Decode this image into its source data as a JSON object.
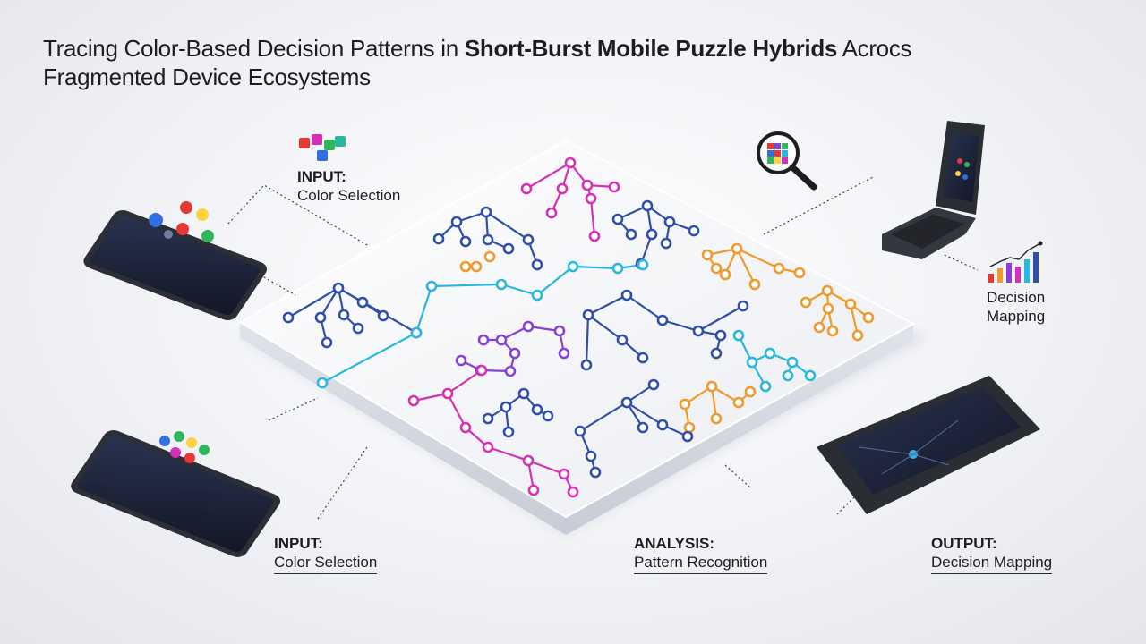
{
  "title": {
    "part1": "Tracing Color-Based Decision Patterns in ",
    "bold": "Short-Burst Mobile Puzzle Hybrids",
    "part2": " Acrocs",
    "line2": "Fragmented Device Ecosystems"
  },
  "labels": {
    "input_top": {
      "head": "INPUT:",
      "sub": "Color Selection"
    },
    "input_bottom": {
      "head": "INPUT:",
      "sub": "Color Selection"
    },
    "analysis": {
      "head": "ANALYSIS:",
      "sub": "Pattern Recognition"
    },
    "output": {
      "head": "OUTPUT:",
      "sub": "Decision Mapping"
    },
    "decision_mapping": {
      "line1": "Decision",
      "line2": "Mapping"
    }
  },
  "icons": {
    "input_top": "color-blocks-icon",
    "analysis": "magnifier-grid-icon",
    "decision": "bar-chart-trend-icon"
  },
  "colors": {
    "blue": "#2f4fa8",
    "cyan": "#29b6e0",
    "magenta": "#d62fb8",
    "purple": "#8a3fd6",
    "orange": "#f09a2c",
    "red": "#e53935",
    "green": "#2fb85a"
  }
}
